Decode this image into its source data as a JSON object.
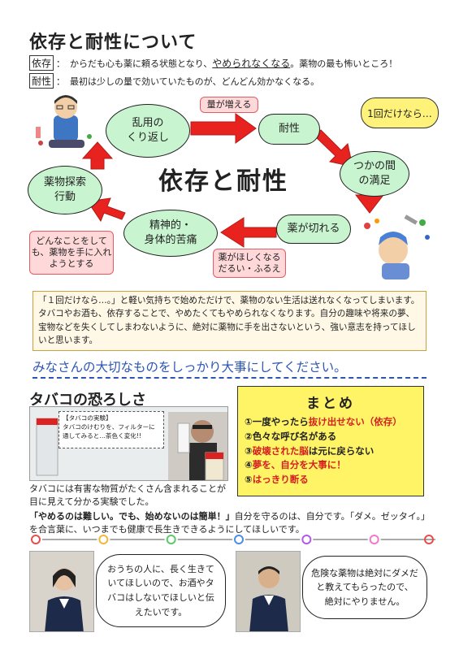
{
  "header": {
    "title": "依存と耐性について"
  },
  "definitions": [
    {
      "term": "依存",
      "sep": "：",
      "text_before": "からだも心も薬に頼る状態となり、",
      "underlined": "やめられなくなる",
      "text_after": "。薬物の最も怖いところ！"
    },
    {
      "term": "耐性",
      "sep": "：",
      "text": "最初は少しの量で効いていたものが、どんどん効かなくなる。"
    }
  ],
  "cycle": {
    "center_title": "依存と耐性",
    "nodes": {
      "abuse": [
        "乱用の",
        "くり返し"
      ],
      "tolerance": "耐性",
      "satisfaction": [
        "つかの間",
        "の満足"
      ],
      "wears_off": "薬が切れる",
      "suffering": [
        "精神的・",
        "身体的苦痛"
      ],
      "seeking": [
        "薬物探索",
        "行動"
      ]
    },
    "callouts": {
      "increase": "量が増える",
      "once": "1回だけなら…",
      "craving": [
        "薬がほしくなる",
        "だるい・ふるえ"
      ],
      "any_means": [
        "どんなことをして",
        "も、薬物を手に入れ",
        "ようとする"
      ]
    }
  },
  "paragraph": "「１回だけなら…。」と軽い気持ちで始めただけで、薬物のない生活は送れなくなってしまいます。タバコやお酒も、依存することで、やめたくてもやめられなくなります。自分の趣味や将来の夢、宝物などを失くしてしまわないように、絶対に薬物に手を出さないという、強い意志を持ってほしいと思います。",
  "slogan": "みなさんの大切なものをしっかり大事にしてください。",
  "tobacco": {
    "title": "タバコの恐ろしさ",
    "note_title": "【タバコの実験】",
    "note_lines": [
      "タバコのけむりを、フィルターに",
      "通してみると…茶色く変化!!"
    ],
    "text_lines": [
      "タバコには有害な物質がたくさん含まれることが",
      "目に見えて分かる実験でした。"
    ],
    "bold_quote": "「やめるのは難しい。でも、始めないのは簡単！」",
    "quote_rest": "自分を守るのは、自分です。「ダメ。ゼッタイ。」",
    "last_line": "を合言葉に、いつまでも健康で長生きできるようにしてほしいです。"
  },
  "summary": {
    "title": "まとめ",
    "items": [
      {
        "num": "①",
        "plain": "一度やったら",
        "red": "抜け出せない",
        "plain2": "（依存）"
      },
      {
        "num": "②",
        "plain": "色々な呼び名がある",
        "red": "",
        "plain2": ""
      },
      {
        "num": "③",
        "red": "破壊された脳",
        "plain": "は元に戻らない"
      },
      {
        "num": "④",
        "red": "夢を、自分を大事に！"
      },
      {
        "num": "⑤",
        "red": "はっきり断る"
      }
    ]
  },
  "comments": [
    {
      "lines": [
        "おうちの人に、長く生きて",
        "いてほしいので、お酒やタ",
        "バコはしないでほしいと伝",
        "えたいです。"
      ]
    },
    {
      "lines": [
        "危険な薬物は絶対にダメだ",
        "と教えてもらったので、",
        "絶対にやりません。"
      ]
    }
  ],
  "colors": {
    "bubble_green": "#c8f5cf",
    "arrow_red": "#e8231f",
    "summary_yellow": "#fff466",
    "slogan_blue": "#2b55b5"
  },
  "decorations": {
    "divider_ring_colors": [
      "#e84d4d",
      "#f0b93a",
      "#5bc96a",
      "#4a8ee8",
      "#b05be0",
      "#f07ac8",
      "#e84d4d"
    ]
  }
}
